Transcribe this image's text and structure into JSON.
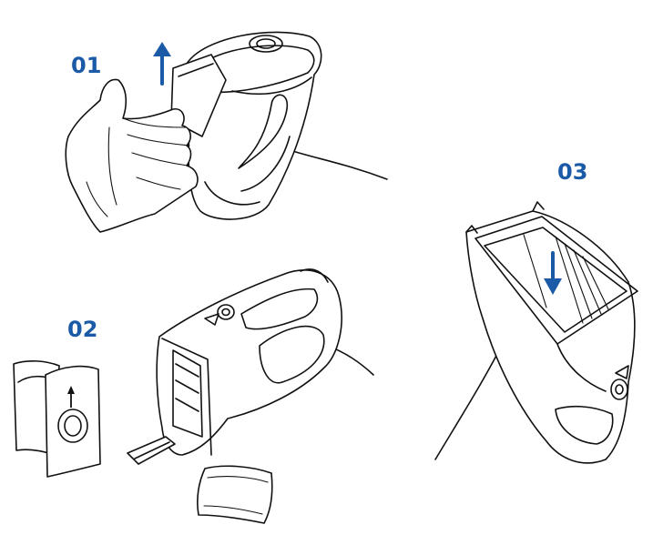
{
  "steps": [
    {
      "label": "01"
    },
    {
      "label": "02"
    },
    {
      "label": "03"
    }
  ],
  "colors": {
    "accent": "#1a5aa6",
    "line": "#111111"
  },
  "icons": [
    "up-arrow-icon",
    "down-arrow-icon",
    "hand-icon",
    "filter-bag-icon",
    "vacuum-body-icon",
    "filter-pad-icon"
  ]
}
